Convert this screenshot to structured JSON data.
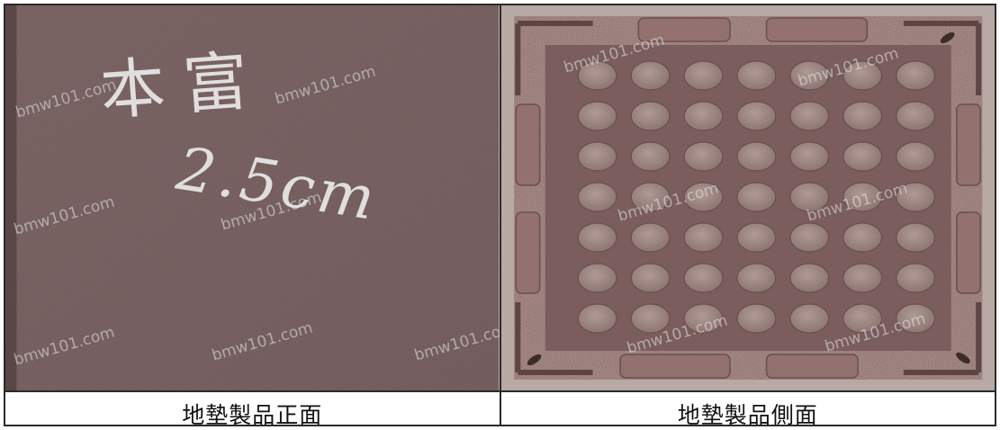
{
  "panels": [
    {
      "id": "front",
      "caption": "地墊製品正面",
      "chalk_brand": "本富",
      "chalk_size": "2.5cm",
      "watermark": "bmw101.com"
    },
    {
      "id": "side",
      "caption": "地墊製品側面",
      "watermark": "bmw101.com"
    }
  ],
  "colors": {
    "mat_front": "#6f5757",
    "mat_side": "#8a6a68",
    "stud": "#a08c86",
    "border_line": "#2a2a2a"
  }
}
